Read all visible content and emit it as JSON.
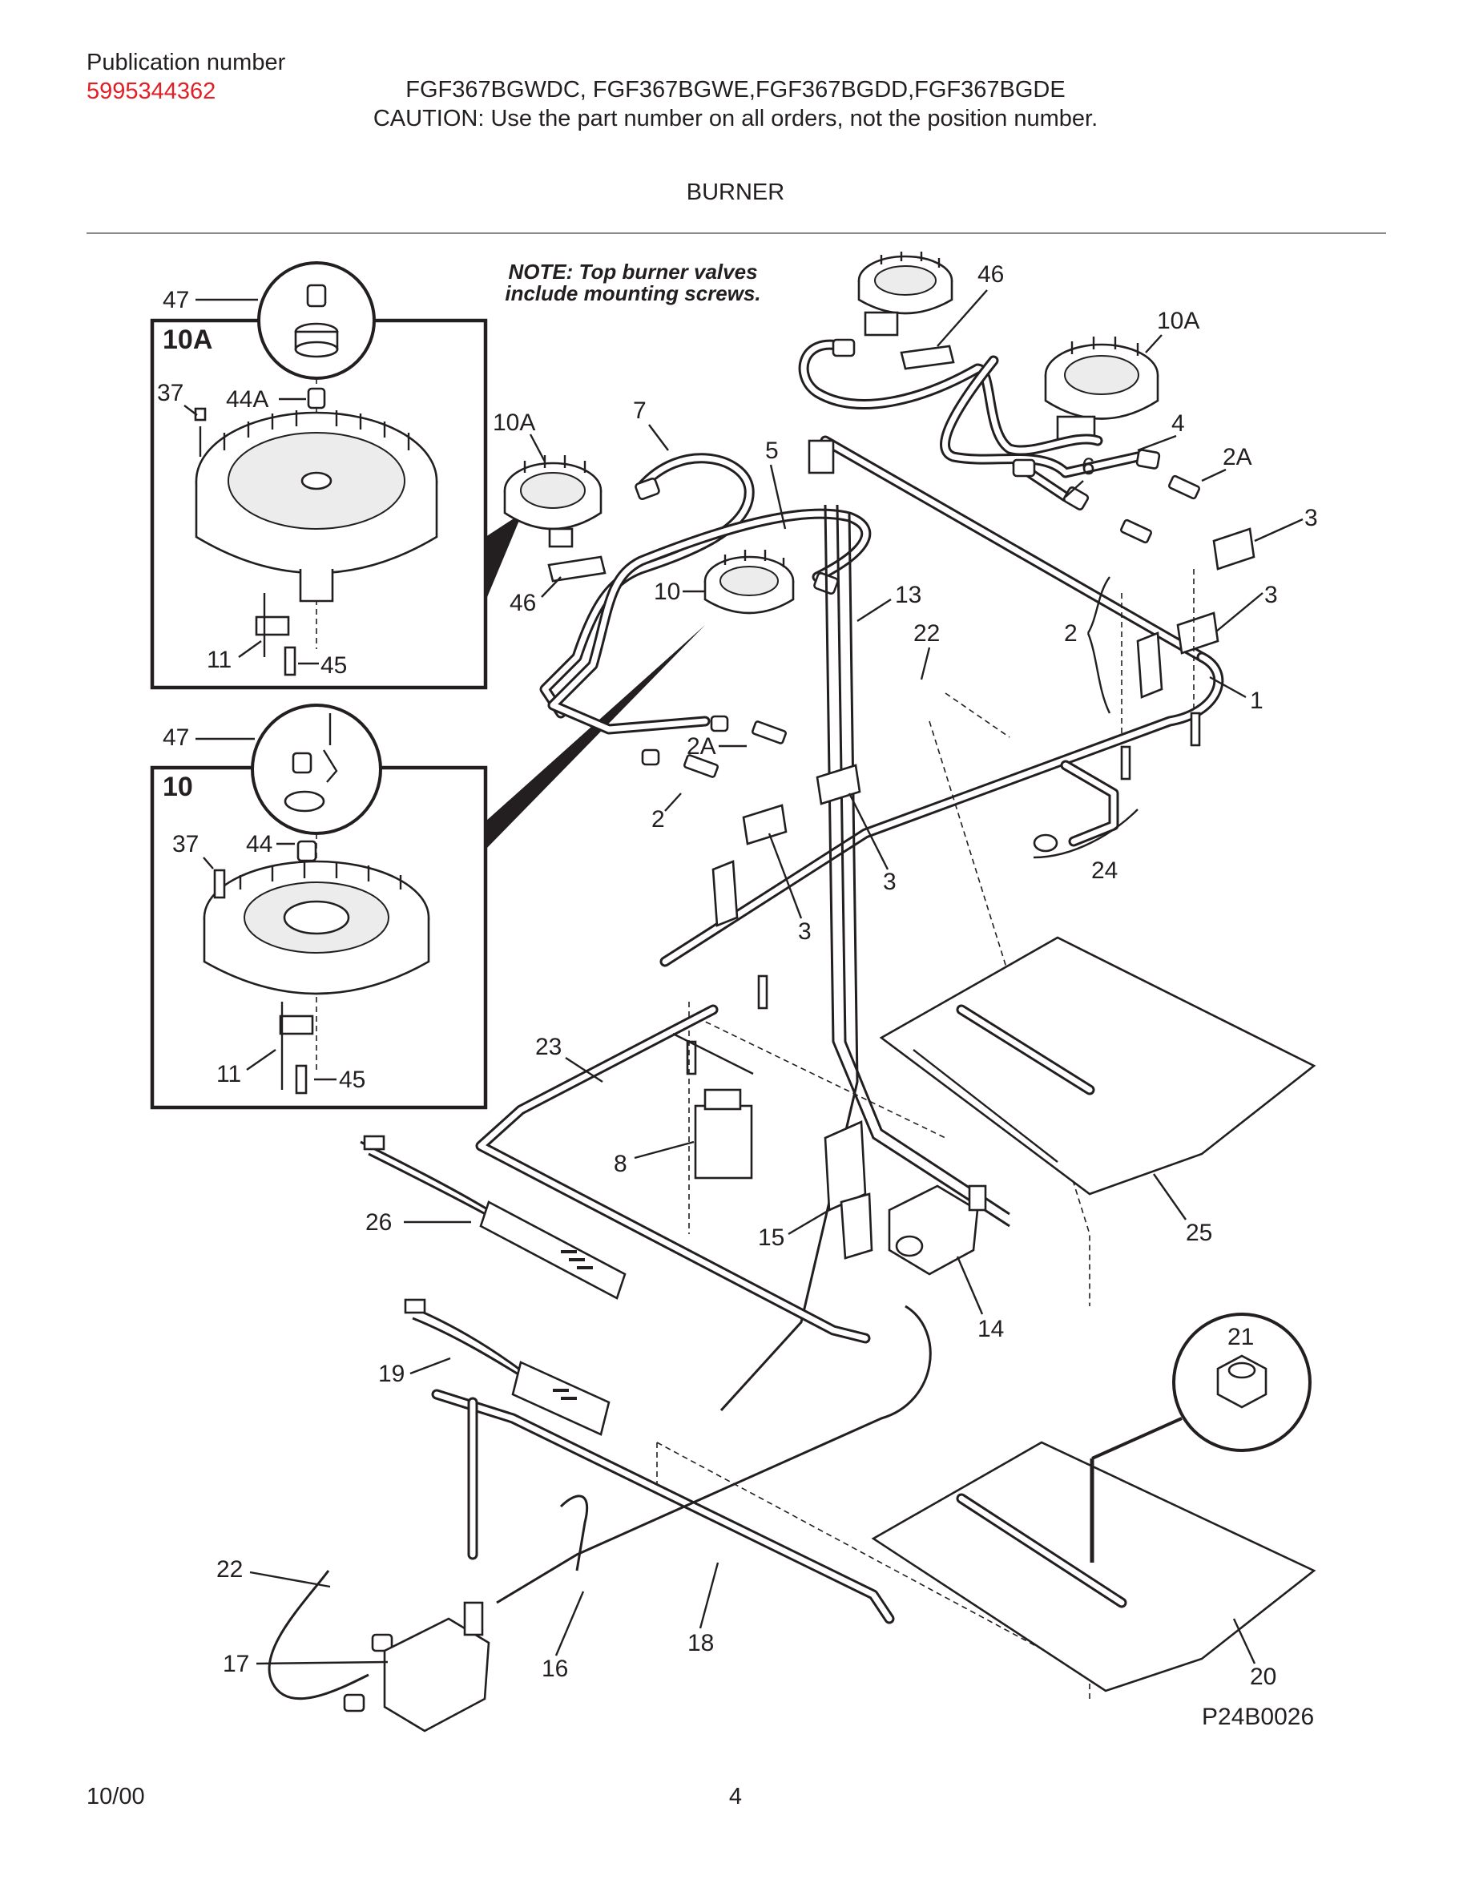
{
  "header": {
    "publication_label": "Publication number",
    "publication_number": "5995344362",
    "models": "FGF367BGWDC, FGF367BGWE,FGF367BGDD,FGF367BGDE",
    "caution": "CAUTION:  Use the part number on all orders, not the position number.",
    "section_title": "BURNER"
  },
  "colors": {
    "publication_number": "#e31e24",
    "text": "#231f20",
    "rule": "#8a8a8a"
  },
  "diagram": {
    "note_line1": "NOTE: Top burner valves",
    "note_line2": "include mounting screws.",
    "inset_10A_title": "10A",
    "inset_10_title": "10",
    "code": "P24B0026",
    "callouts": [
      "47",
      "37",
      "44A",
      "11",
      "45",
      "47",
      "37",
      "44",
      "11",
      "45",
      "10A",
      "7",
      "5",
      "46",
      "10",
      "13",
      "22",
      "2A",
      "2",
      "3",
      "3",
      "46",
      "10A",
      "4",
      "2A",
      "6",
      "3",
      "3",
      "2",
      "1",
      "24",
      "23",
      "8",
      "26",
      "15",
      "14",
      "25",
      "19",
      "21",
      "22",
      "17",
      "16",
      "18",
      "20"
    ]
  },
  "footer": {
    "date": "10/00",
    "page": "4"
  }
}
